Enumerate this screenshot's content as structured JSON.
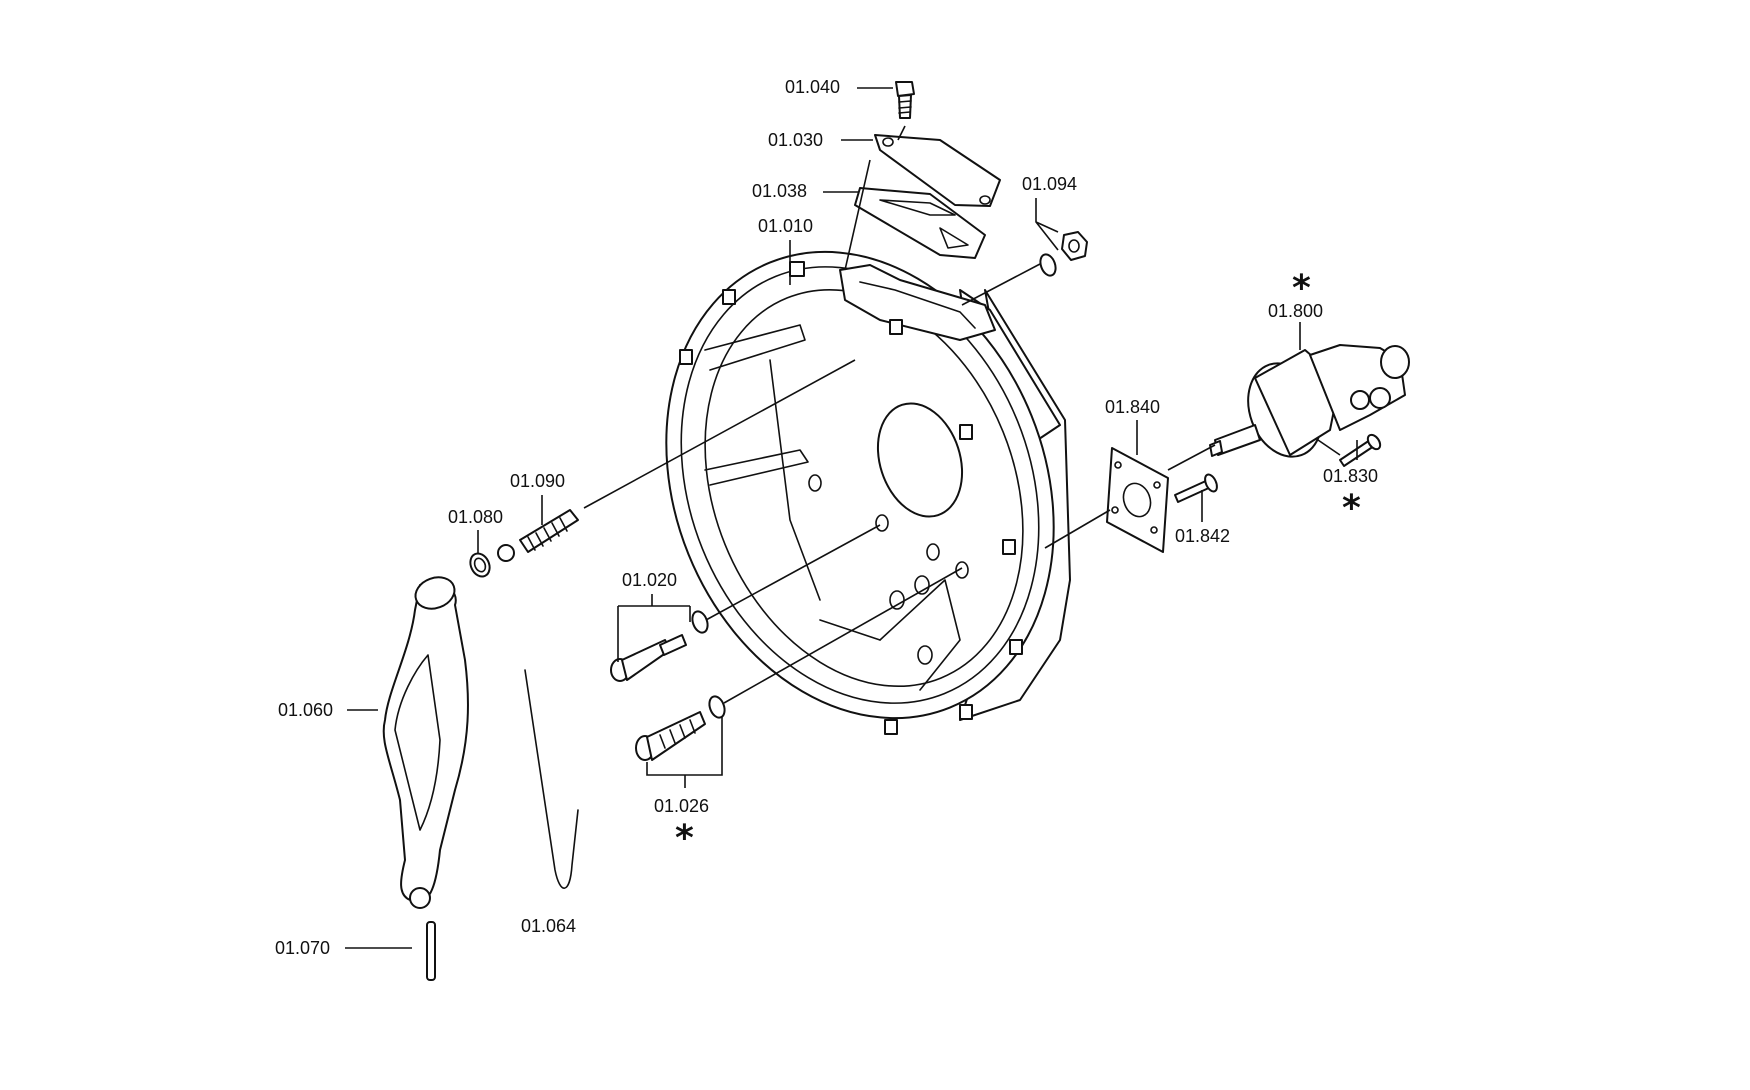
{
  "labels": {
    "p01_040": "01.040",
    "p01_030": "01.030",
    "p01_038": "01.038",
    "p01_010": "01.010",
    "p01_094": "01.094",
    "p01_800": "01.800",
    "p01_840": "01.840",
    "p01_830": "01.830",
    "p01_842": "01.842",
    "p01_090": "01.090",
    "p01_080": "01.080",
    "p01_020": "01.020",
    "p01_060": "01.060",
    "p01_026": "01.026",
    "p01_064": "01.064",
    "p01_070": "01.070"
  },
  "markers": {
    "asterisk": "*"
  }
}
